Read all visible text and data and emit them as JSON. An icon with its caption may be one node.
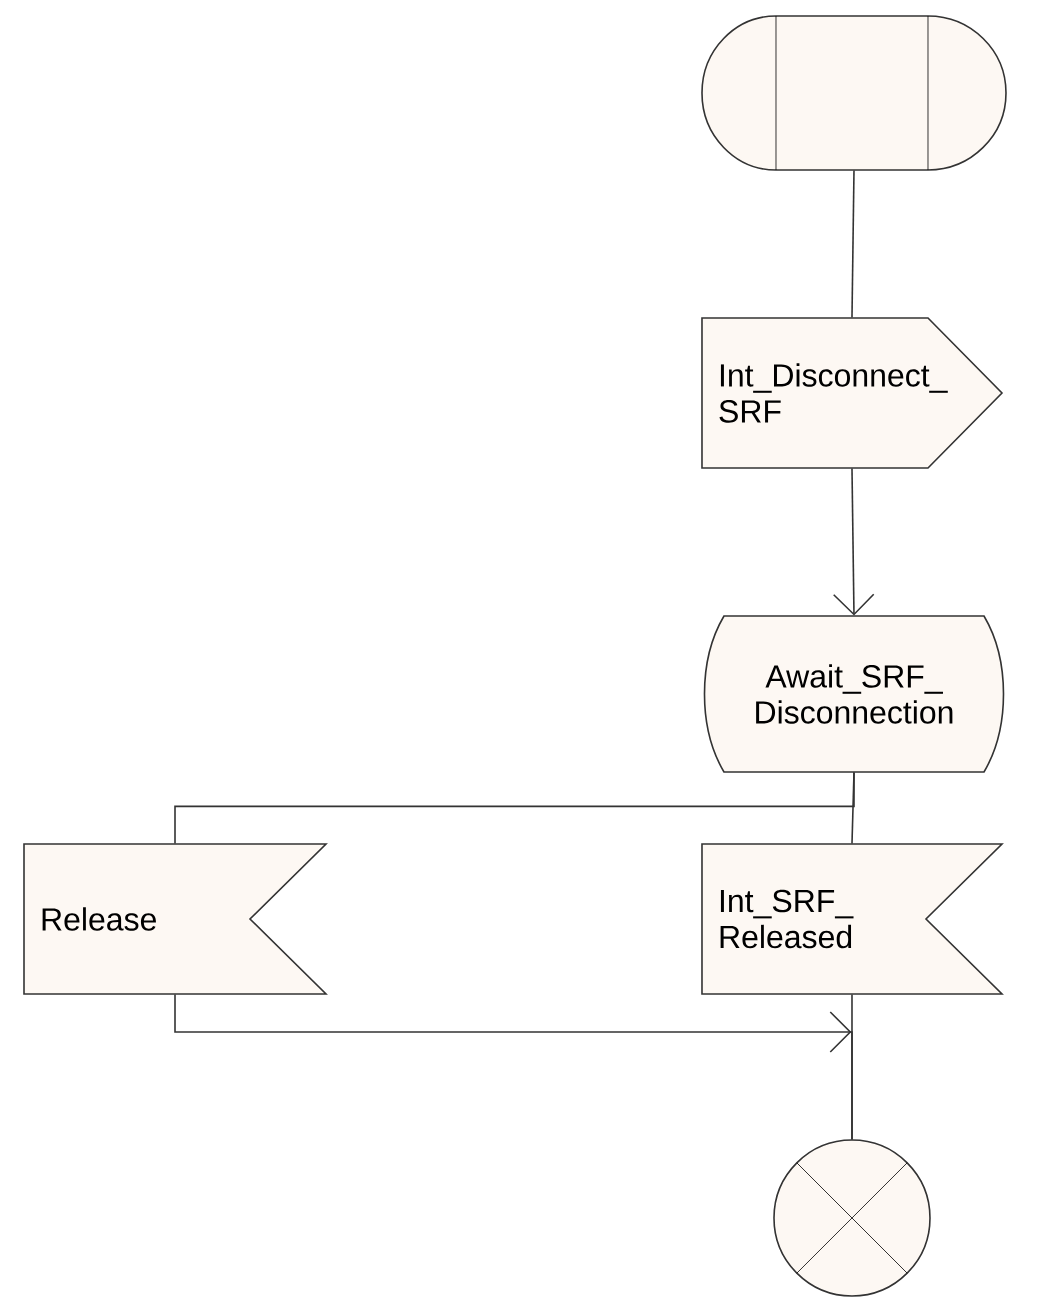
{
  "diagram": {
    "nodes": [
      {
        "text": [],
        "shape": "capsule"
      },
      {
        "text": [
          "Int_Disconnect_ SRF"
        ]
      },
      {
        "text": [
          "Await_SRF_ Disconnection"
        ]
      },
      {
        "text": [
          "Release"
        ]
      },
      {
        "text": [
          "Int_SRF_ Released"
        ]
      },
      {
        "text": [],
        "shape": "circle"
      }
    ],
    "edges": [
      {
        "from": 0,
        "to": 1,
        "arrow": "none"
      },
      {
        "from": 1,
        "to": 2,
        "arrow": "to"
      },
      {
        "from": 2,
        "to": 3,
        "arrow": "none"
      },
      {
        "from": 2,
        "to": 4,
        "arrow": "none"
      },
      {
        "from": 3,
        "to": 5,
        "arrow": "to"
      },
      {
        "from": 4,
        "to": 5,
        "arrow": "none"
      }
    ]
  }
}
